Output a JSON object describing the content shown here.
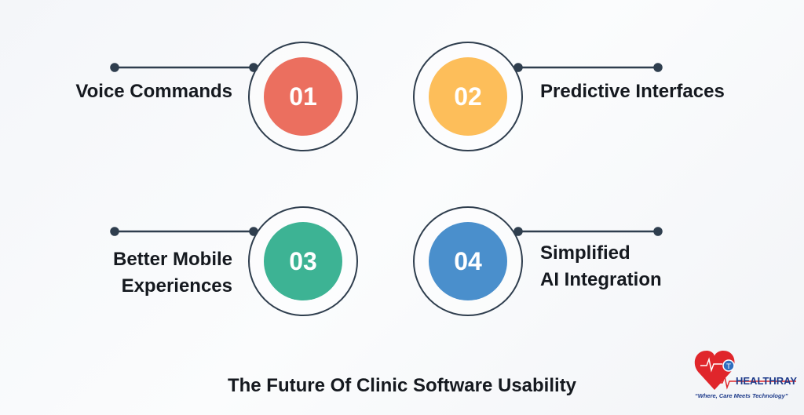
{
  "items": [
    {
      "number": "01",
      "label": "Voice Commands",
      "color": "#EB6F5F"
    },
    {
      "number": "02",
      "label": "Predictive Interfaces",
      "color": "#FDBE5A"
    },
    {
      "number": "03",
      "label_lines": [
        "Better Mobile",
        "Experiences"
      ],
      "color": "#3DB394"
    },
    {
      "number": "04",
      "label_lines": [
        "Simplified",
        "AI Integration"
      ],
      "color": "#4A8FCC"
    }
  ],
  "title": "The Future Of Clinic Software Usability",
  "logo": {
    "brand": "HEALTHRAY",
    "tagline": "“Where, Care Meets Technology”",
    "heart_color": "#E0262B",
    "brand_color": "#1D3A8A"
  },
  "colors": {
    "outline": "#2F3E4E"
  }
}
